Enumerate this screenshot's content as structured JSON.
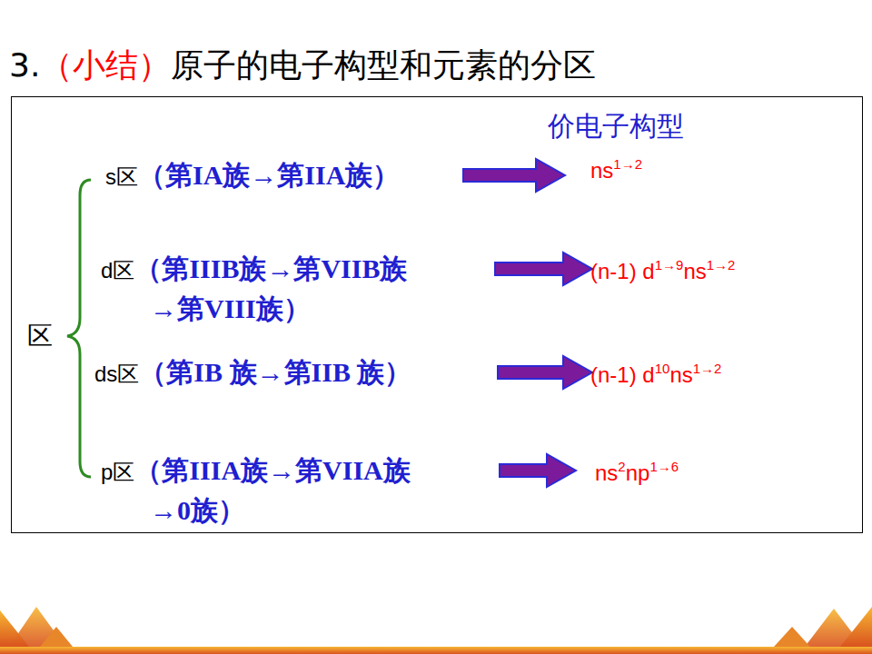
{
  "diagram": {
    "title": "原子的电子构型和元素的分区",
    "labels": [
      "3.",
      "（小结）",
      "价电子构型",
      "区",
      "s区",
      "（第IA族→第IIA族）",
      "ns",
      "1→2",
      "d区",
      "（第IIIB族→第VIIB族",
      "→第VIII族）",
      "(n-1) d",
      "1→9",
      "ns",
      "1→2",
      "ds区",
      "（第IB 族→第IIB 族）",
      "(n-1) d",
      "10",
      "ns",
      "1→2",
      "p区",
      "（第IIIA族→第VIIA族",
      "→0族）",
      "ns",
      "2",
      "np",
      "1→6"
    ]
  }
}
